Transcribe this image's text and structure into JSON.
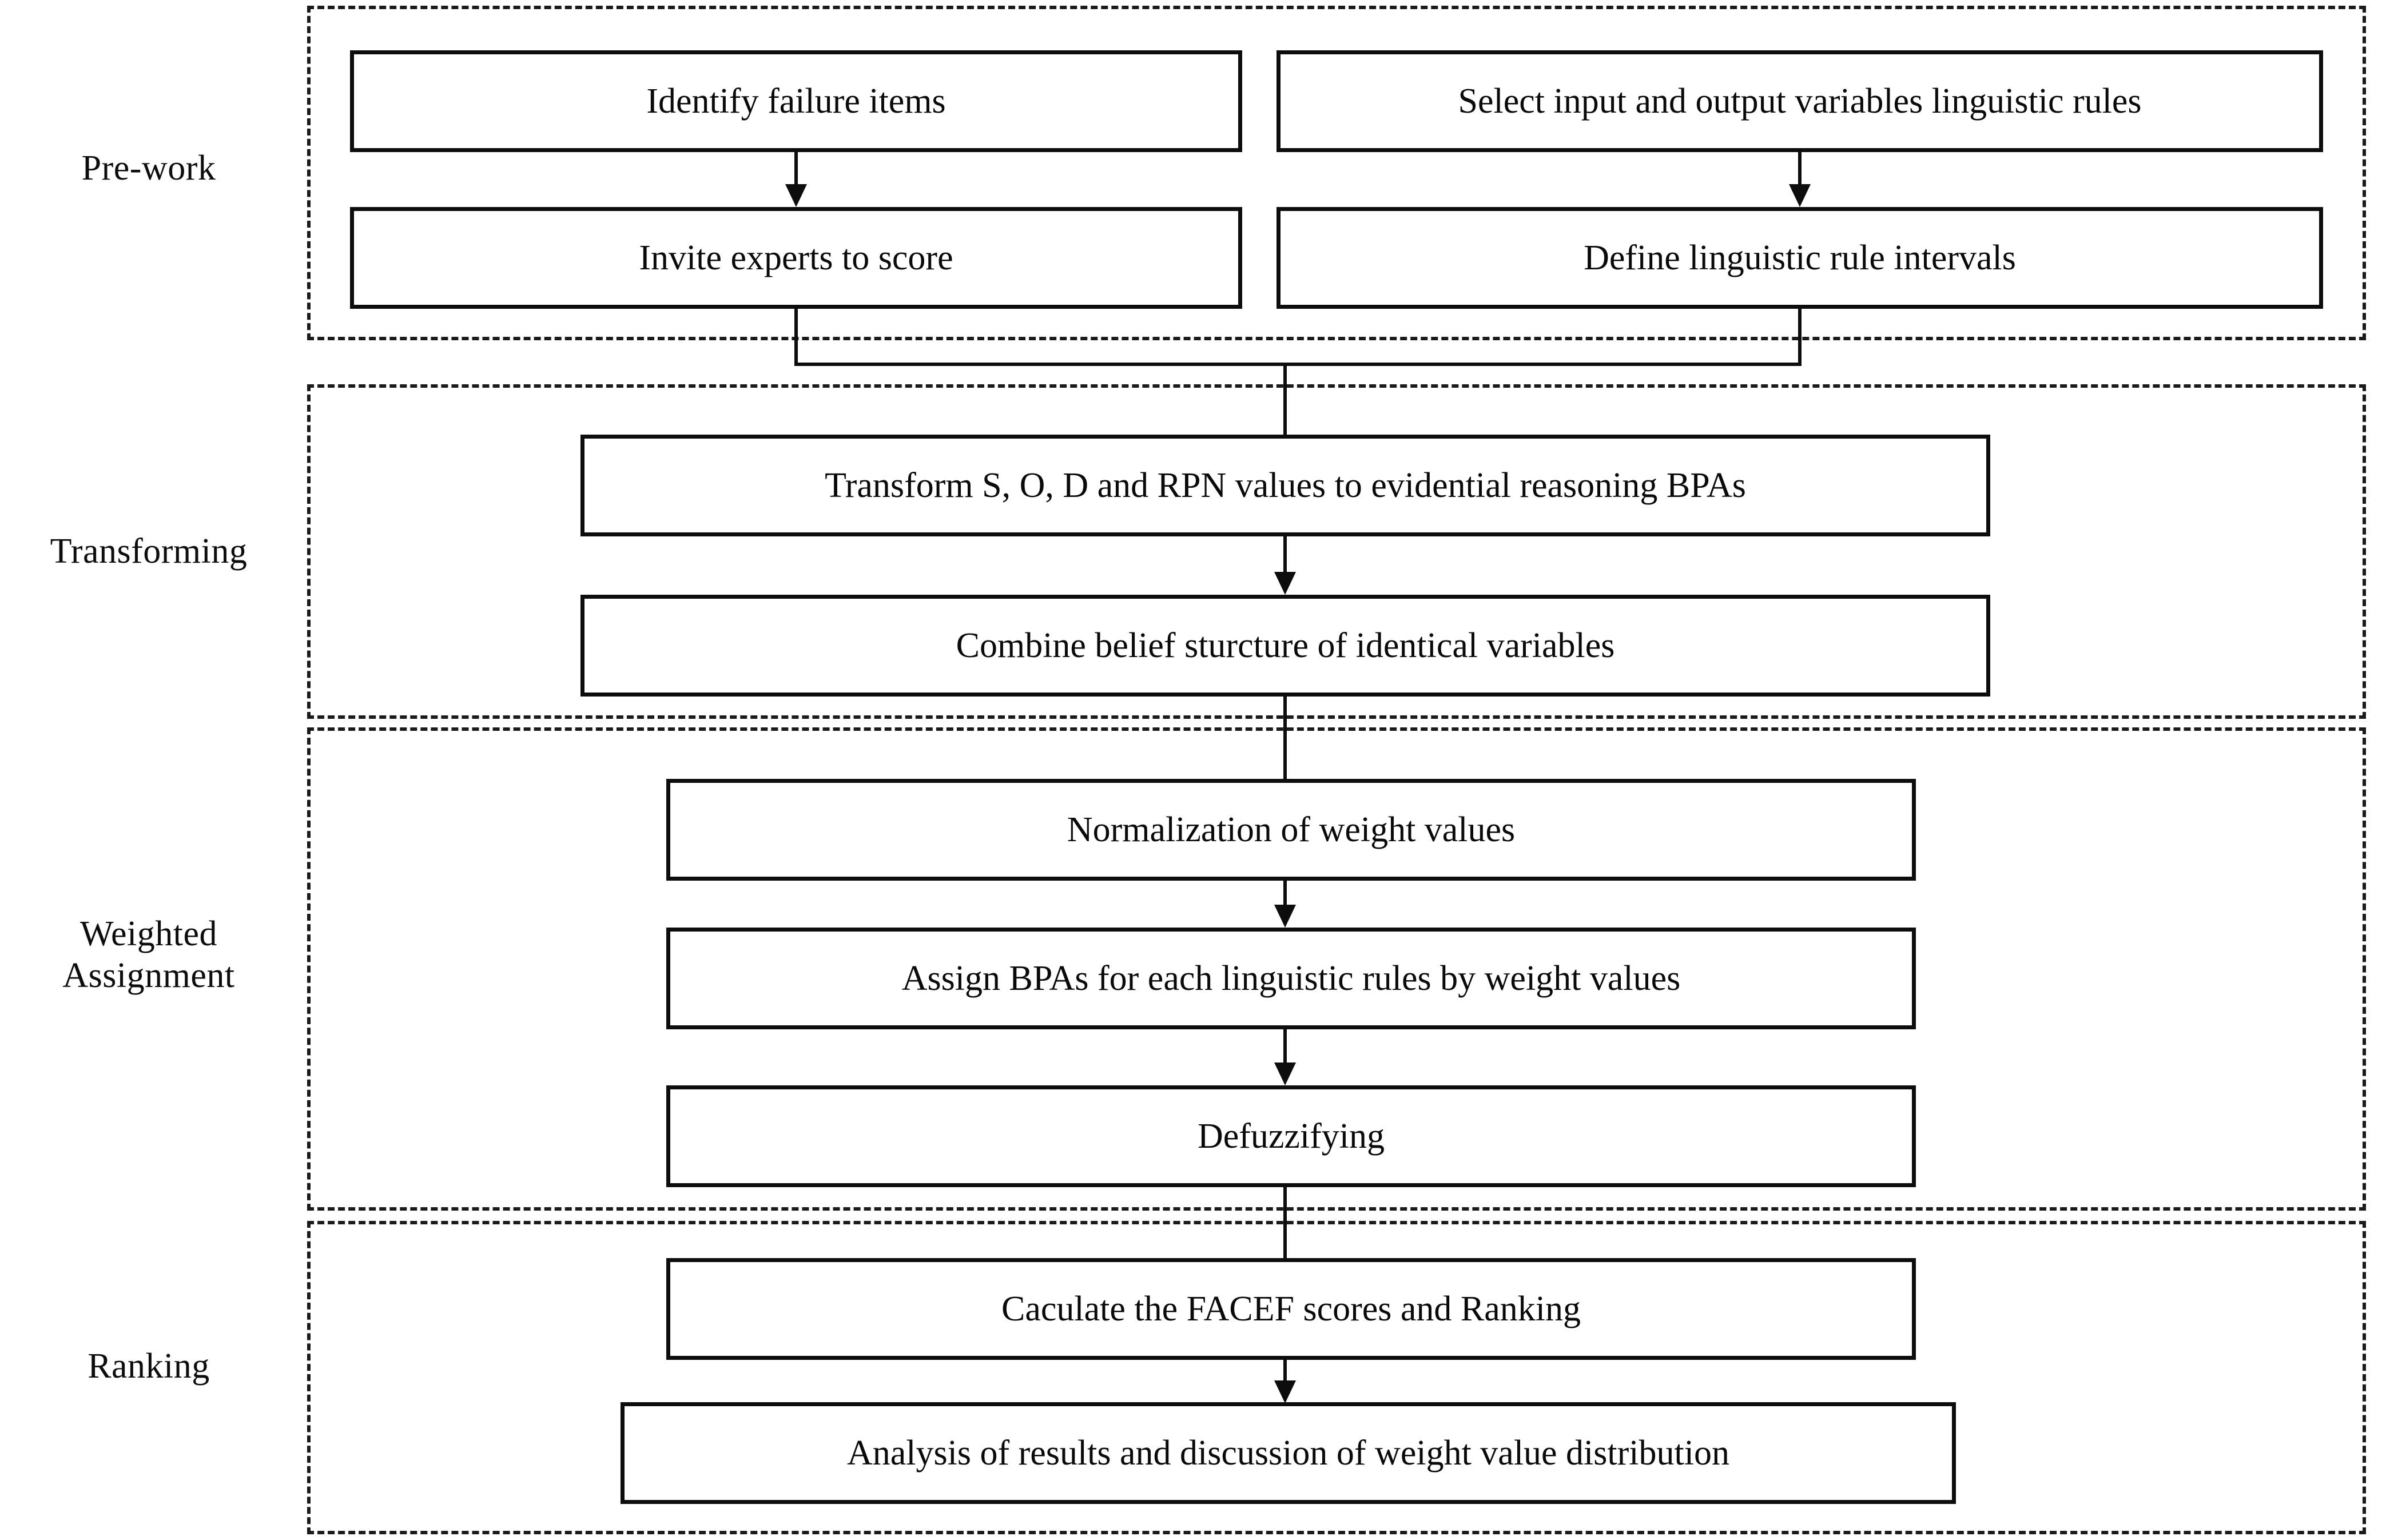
{
  "figure": {
    "kind": "flowchart",
    "orientation": "top-to-bottom",
    "background_color": "#ffffff",
    "line_color": "#0d0d0d",
    "panel_border_style": "dashed"
  },
  "stages": [
    {
      "id": "pre-work",
      "label": "Pre-work"
    },
    {
      "id": "transforming",
      "label": "Transforming"
    },
    {
      "id": "weighted-assignment",
      "label": "Weighted\nAssignment"
    },
    {
      "id": "ranking",
      "label": "Ranking"
    }
  ],
  "nodes": {
    "identify_failure_items": "Identify failure items",
    "select_variables_rules": "Select input and output variables linguistic rules",
    "invite_experts": "Invite experts to score",
    "define_intervals": "Define linguistic rule intervals",
    "transform_bpas": "Transform S, O, D and RPN values to evidential reasoning BPAs",
    "combine_belief": "Combine belief sturcture of identical variables",
    "normalize_weights": "Normalization of weight values",
    "assign_bpas": "Assign BPAs for each linguistic rules by weight values",
    "defuzzifying": "Defuzzifying",
    "calculate_scores": "Caculate the FACEF scores and Ranking",
    "analysis_results": "Analysis of results and discussion of weight value distribution"
  }
}
